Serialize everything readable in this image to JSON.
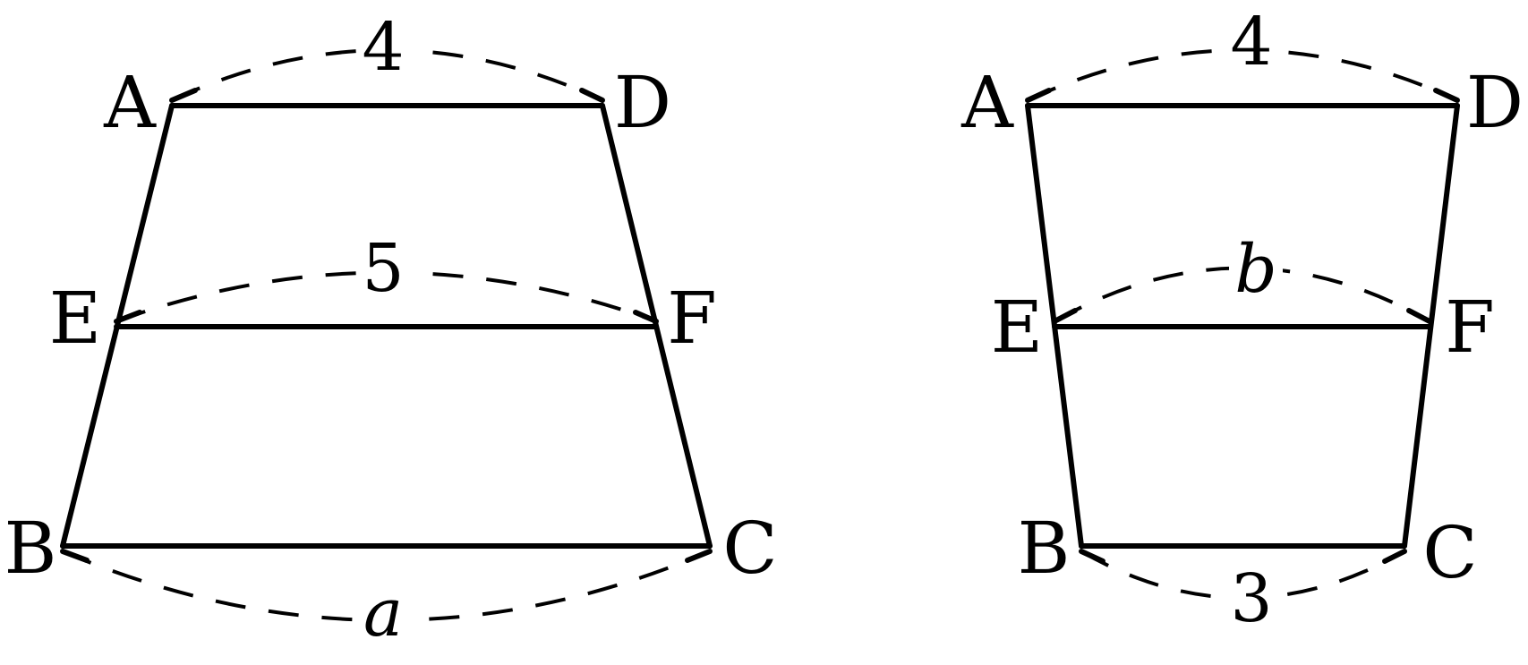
{
  "figures": [
    {
      "vertices": {
        "A": "A",
        "D": "D",
        "E": "E",
        "F": "F",
        "B": "B",
        "C": "C"
      },
      "lengths": {
        "AD": "4",
        "EF": "5",
        "BC": "a"
      }
    },
    {
      "vertices": {
        "A": "A",
        "D": "D",
        "E": "E",
        "F": "F",
        "B": "B",
        "C": "C"
      },
      "lengths": {
        "AD": "4",
        "EF": "b",
        "BC": "3"
      }
    }
  ]
}
